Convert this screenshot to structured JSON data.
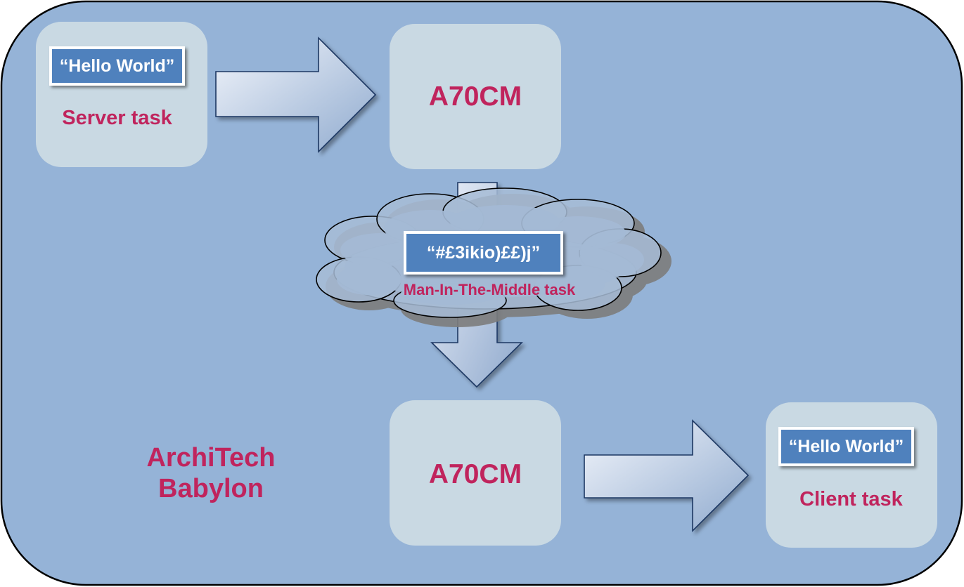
{
  "colors": {
    "background": "#95b3d7",
    "node_fill": "#c9d9e3",
    "label_box": "#4f81bd",
    "text_accent": "#c0245d",
    "cloud_fill": "#9fb7d3",
    "cloud_shadow": "#7d7d7d",
    "arrow_light": "#eef2fa",
    "arrow_dark": "#8ea9cc"
  },
  "server": {
    "message": "“Hello World”",
    "caption": "Server task"
  },
  "top_node": {
    "label": "A70CM"
  },
  "mitm": {
    "message": "“#£3ikio)££)j”",
    "caption": "Man-In-The-Middle task"
  },
  "bottom_node": {
    "label": "A70CM"
  },
  "client": {
    "message": "“Hello World”",
    "caption": "Client task"
  },
  "platform": {
    "line1": "ArchiTech",
    "line2": "Babylon"
  }
}
